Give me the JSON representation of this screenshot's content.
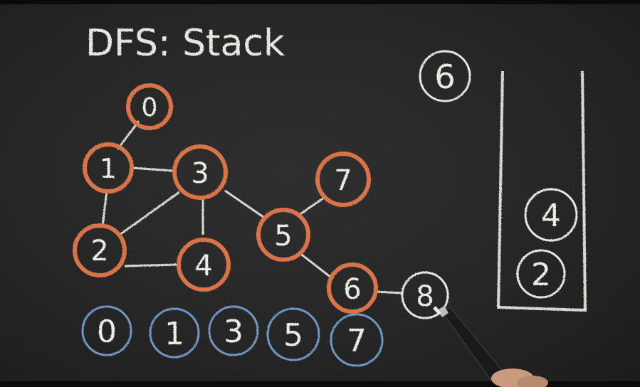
{
  "title": "DFS: Stack",
  "graph": {
    "nodes": [
      {
        "label": "0",
        "state": "visited"
      },
      {
        "label": "1",
        "state": "visited"
      },
      {
        "label": "3",
        "state": "visited"
      },
      {
        "label": "7",
        "state": "visited"
      },
      {
        "label": "2",
        "state": "visited"
      },
      {
        "label": "4",
        "state": "visited"
      },
      {
        "label": "5",
        "state": "visited"
      },
      {
        "label": "6",
        "state": "visited"
      },
      {
        "label": "8",
        "state": "unvisited"
      }
    ]
  },
  "popped_node": "6",
  "stack": [
    "4",
    "2"
  ],
  "visit_order": [
    "0",
    "1",
    "3",
    "5",
    "7"
  ],
  "colors": {
    "chalk_white": "#e6e6e0",
    "chalk_orange": "#d9734a",
    "chalk_blue": "#6f95c6",
    "board": "#2a2a2a"
  }
}
